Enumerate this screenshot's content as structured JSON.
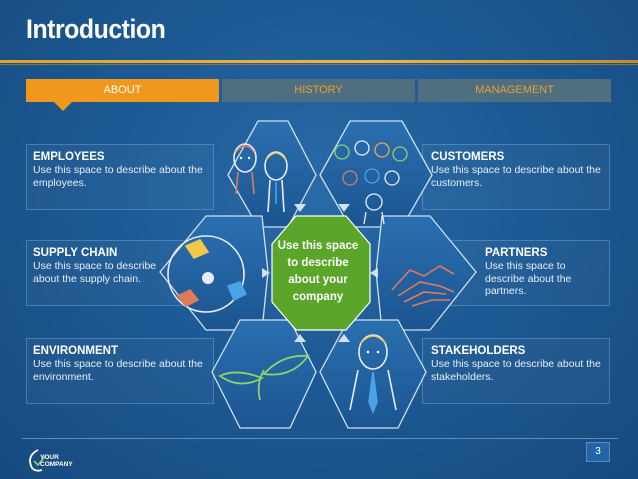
{
  "title": "Introduction",
  "tabs": [
    {
      "label": "ABOUT",
      "active": true
    },
    {
      "label": "HISTORY",
      "active": false
    },
    {
      "label": "MANAGEMENT",
      "active": false
    }
  ],
  "sections": {
    "employees": {
      "heading": "EMPLOYEES",
      "text": "Use this space to describe about the employees."
    },
    "customers": {
      "heading": "CUSTOMERS",
      "text": "Use this space to describe about the customers."
    },
    "supply_chain": {
      "heading": "SUPPLY CHAIN",
      "text": "Use this space to describe about the supply chain."
    },
    "partners": {
      "heading": "PARTNERS",
      "text": "Use this space to describe about the partners."
    },
    "environment": {
      "heading": "ENVIRONMENT",
      "text": "Use this space to describe about the environment."
    },
    "stakeholders": {
      "heading": "STAKEHOLDERS",
      "text": "Use this space to describe about the stakeholders."
    }
  },
  "center": {
    "line1": "Use this space",
    "line2": "to describe",
    "line3": "about your",
    "line4": "company"
  },
  "footer": {
    "logo_line1": "YOUR",
    "logo_line2": "COMPANY",
    "page_number": "3"
  },
  "colors": {
    "accent_orange": "#f0981c",
    "center_green": "#5aa52a",
    "inactive_tab": "#4f6f80",
    "background": "#1d5a95"
  },
  "icons": [
    "employees-icon",
    "customers-icon",
    "supply-chain-icon",
    "partners-icon",
    "environment-icon",
    "stakeholders-icon",
    "company-logo-icon"
  ]
}
